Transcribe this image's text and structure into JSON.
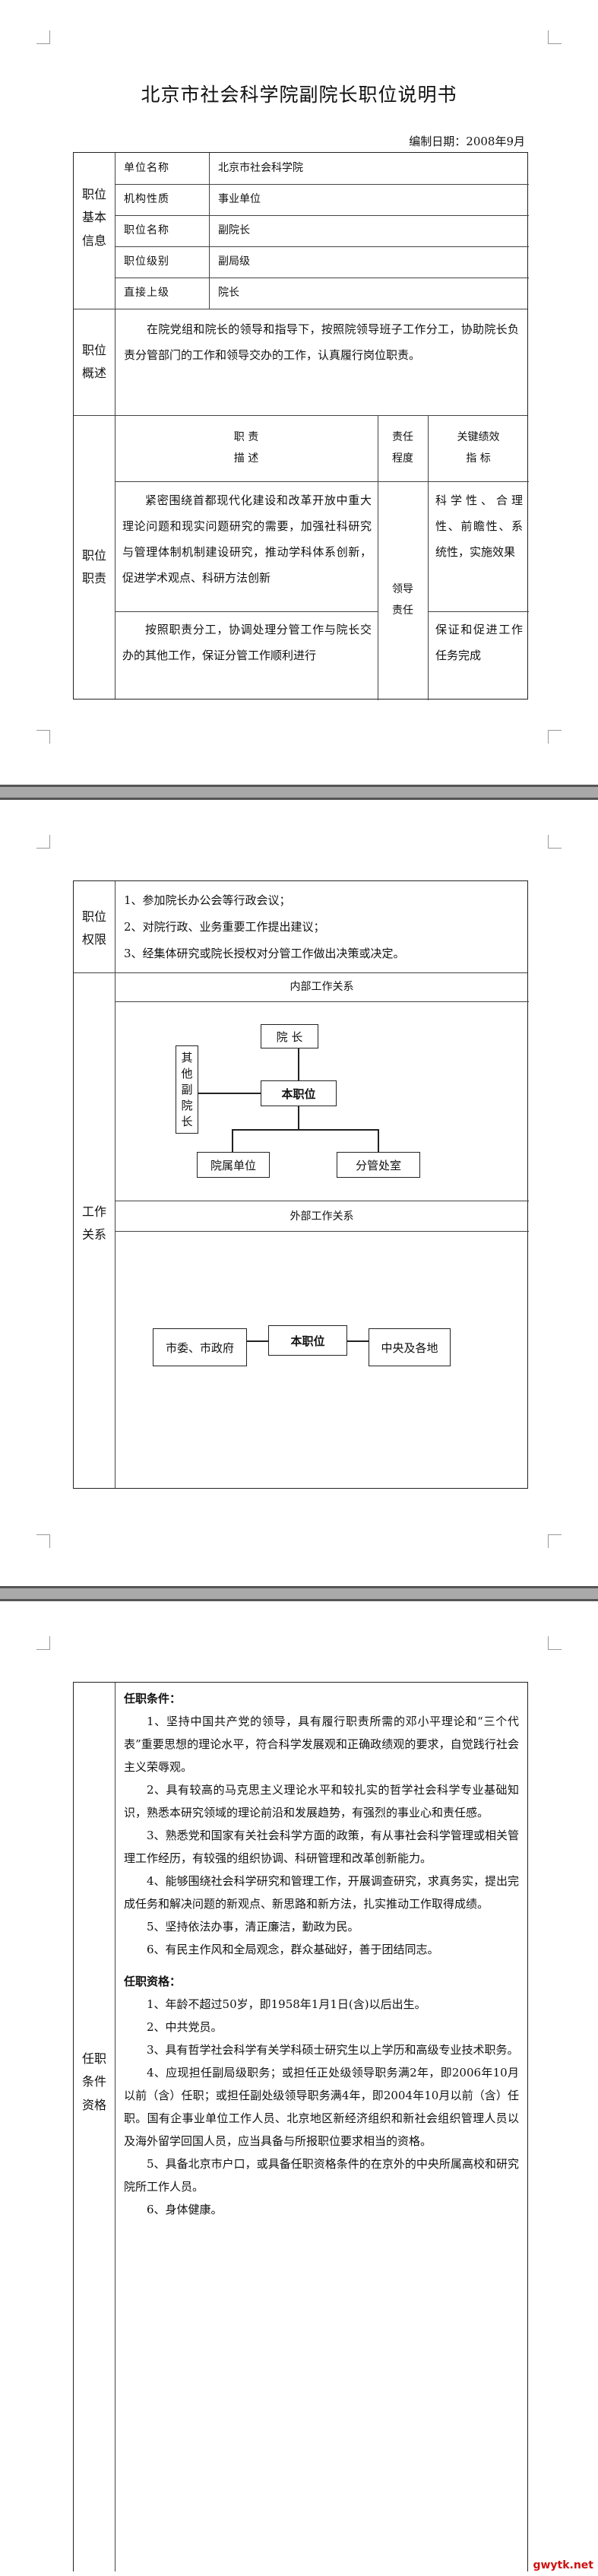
{
  "header": {
    "title": "北京市社会科学院副院长职位说明书",
    "date": "编制日期：2008年9月"
  },
  "basic_info": {
    "label": "职位\n基本\n信息",
    "rows": [
      {
        "k": "单位名称",
        "v": "北京市社会科学院"
      },
      {
        "k": "机构性质",
        "v": "事业单位"
      },
      {
        "k": "职位名称",
        "v": "副院长"
      },
      {
        "k": "职位级别",
        "v": "副局级"
      },
      {
        "k": "直接上级",
        "v": "院长"
      }
    ]
  },
  "overview": {
    "label": "职位\n概述",
    "text": "在院党组和院长的领导和指导下，按照院领导班子工作分工，协助院长负责分管部门的工作和领导交办的工作，认真履行岗位职责。"
  },
  "duties": {
    "label": "职位\n职责",
    "head_desc": "职    责\n描    述",
    "head_degree": "责任\n程度",
    "head_kpi": "关键绩效\n指    标",
    "degree": "领导\n责任",
    "items": [
      {
        "desc": "紧密围绕首都现代化建设和改革开放中重大理论问题和现实问题研究的需要，加强社科研究与管理体制机制建设研究，推动学科体系创新，促进学术观点、科研方法创新",
        "kpi": "科学性、合理性、前瞻性、系统性，实施效果"
      },
      {
        "desc": "按照职责分工，协调处理分管工作与院长交办的其他工作，保证分管工作顺利进行",
        "kpi": "保证和促进工作任务完成"
      }
    ]
  },
  "authority": {
    "label": "职位\n权限",
    "items": [
      "1、参加院长办公会等行政会议；",
      "2、对院行政、业务重要工作提出建议；",
      "3、经集体研究或院长授权对分管工作做出决策或决定。"
    ]
  },
  "relations": {
    "label": "工作\n关系",
    "internal_title": "内部工作关系",
    "external_title": "外部工作关系",
    "president": "院    长",
    "other_vp": "其\n他\n副\n院\n长",
    "self": "本职位",
    "subordinate": "院属单位",
    "departments": "分管处室",
    "ext_left": "市委、市政府",
    "ext_right": "中央及各地"
  },
  "qualifications": {
    "label": "任职\n条件\n资格",
    "conditions_title": "任职条件：",
    "conditions": [
      "1、坚持中国共产党的领导，具有履行职责所需的邓小平理论和“三个代表”重要思想的理论水平，符合科学发展观和正确政绩观的要求，自觉践行社会主义荣辱观。",
      "2、具有较高的马克思主义理论水平和较扎实的哲学社会科学专业基础知识，熟悉本研究领域的理论前沿和发展趋势，有强烈的事业心和责任感。",
      "3、熟悉党和国家有关社会科学方面的政策，有从事社会科学管理或相关管理工作经历，有较强的组织协调、科研管理和改革创新能力。",
      "4、能够围绕社会科学研究和管理工作，开展调查研究，求真务实，提出完成任务和解决问题的新观点、新思路和新方法，扎实推动工作取得成绩。",
      "5、坚持依法办事，清正廉洁，勤政为民。",
      "6、有民主作风和全局观念，群众基础好，善于团结同志。"
    ],
    "eligibility_title": "任职资格：",
    "eligibility": [
      "1、年龄不超过50岁，即1958年1月1日(含)以后出生。",
      "2、中共党员。",
      "3、具有哲学社会科学有关学科硕士研究生以上学历和高级专业技术职务。",
      "4、应现担任副局级职务；或担任正处级领导职务满2年，即2006年10月以前（含）任职；或担任副处级领导职务满4年，即2004年10月以前（含）任职。国有企事业单位工作人员、北京地区新经济组织和新社会组织管理人员以及海外留学回国人员，应当具备与所报职位要求相当的资格。",
      "5、具备北京市户口，或具备任职资格条件的在京外的中央所属高校和研究院所工作人员。",
      "6、身体健康。"
    ]
  },
  "watermark": "gwytk.net",
  "colors": {
    "gap": "#a9a9a9",
    "watermark": "#cc1111"
  }
}
